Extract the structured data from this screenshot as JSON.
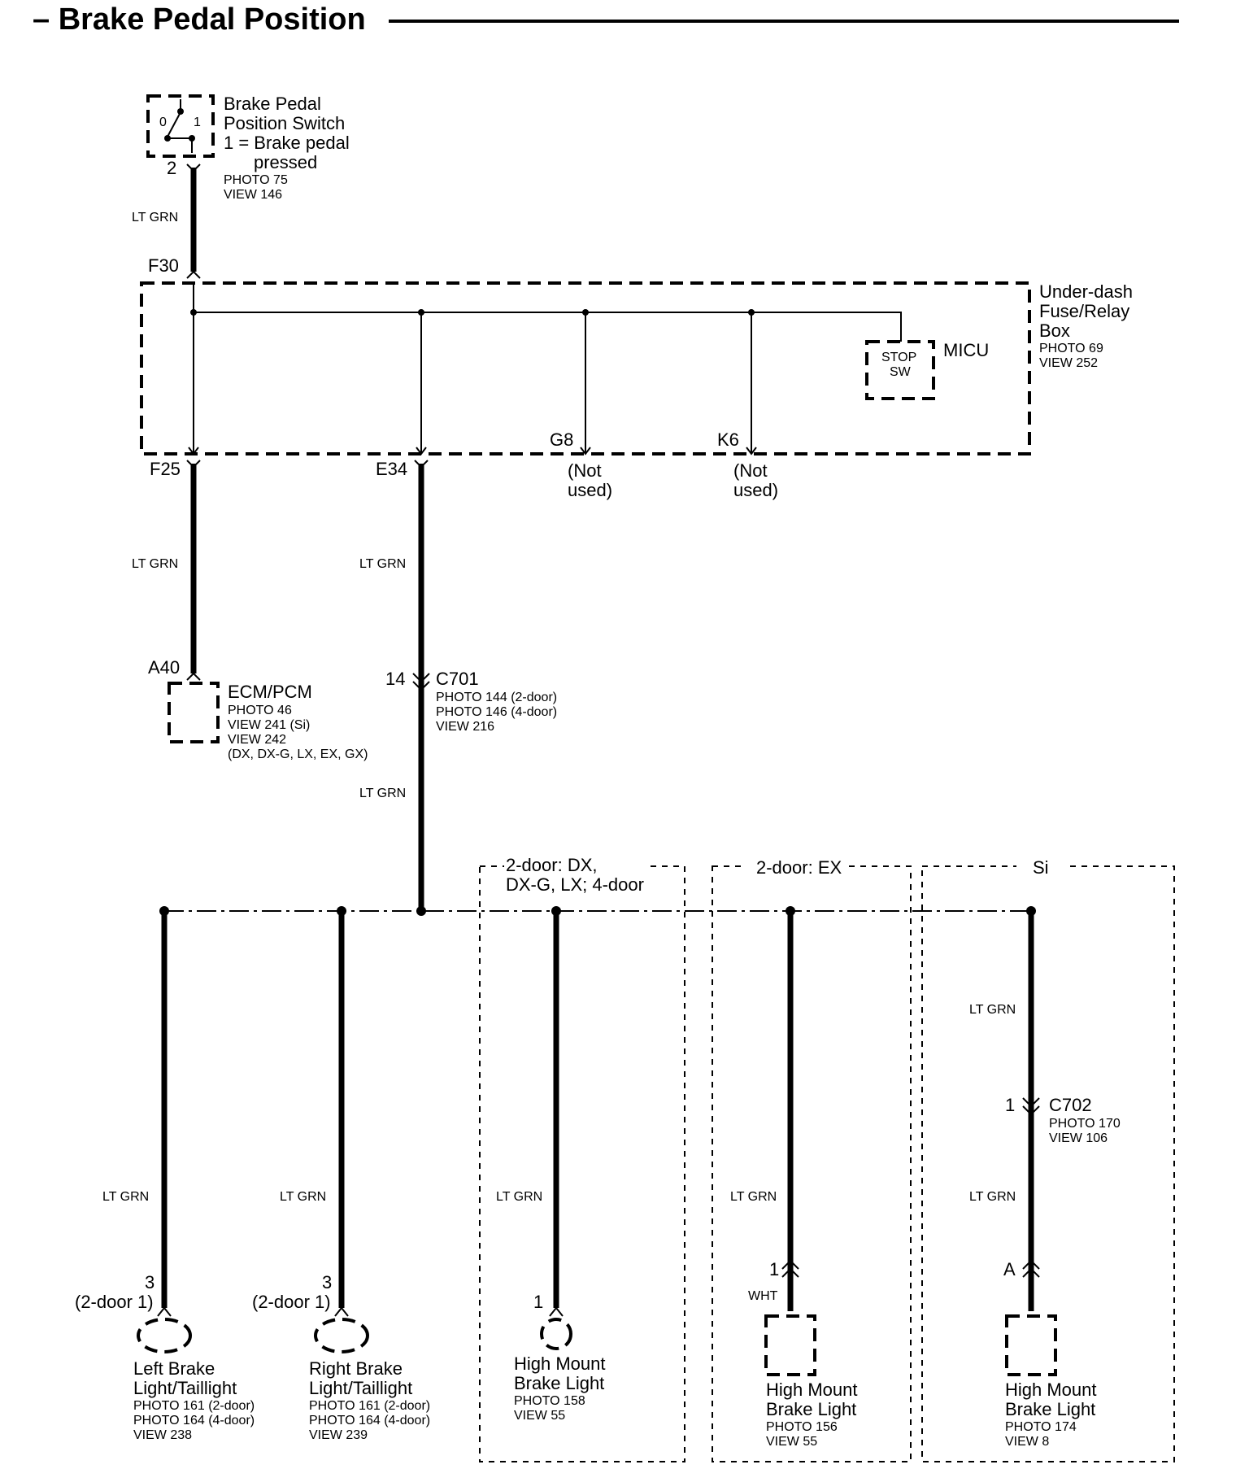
{
  "title": "– Brake Pedal Position",
  "switch": {
    "name_line1": "Brake Pedal",
    "name_line2": "Position Switch",
    "note_line1": "1 = Brake pedal",
    "note_line2": "pressed",
    "photo": "PHOTO 75",
    "view": "VIEW 146",
    "pin": "2",
    "state0": "0",
    "state1": "1"
  },
  "wire_color": "LT GRN",
  "wht": "WHT",
  "fuse_box": {
    "name_line1": "Under-dash",
    "name_line2": "Fuse/Relay",
    "name_line3": "Box",
    "photo": "PHOTO 69",
    "view": "VIEW 252",
    "input_pin": "F30",
    "micu": "MICU",
    "stop_line1": "STOP",
    "stop_line2": "SW",
    "outputs": [
      "F25",
      "E34",
      "G8",
      "K6"
    ],
    "not_used_line1": "(Not",
    "not_used_line2": "used)"
  },
  "ecm": {
    "pin": "A40",
    "name": "ECM/PCM",
    "photo": "PHOTO 46",
    "view1": "VIEW 241 (Si)",
    "view2": "VIEW 242",
    "view3": "(DX, DX-G, LX, EX, GX)"
  },
  "c701": {
    "pin": "14",
    "name": "C701",
    "photo1": "PHOTO 144 (2-door)",
    "photo2": "PHOTO 146 (4-door)",
    "view": "VIEW 216"
  },
  "groups": {
    "g1_line1": "2-door: DX,",
    "g1_line2": "DX-G, LX; 4-door",
    "g2": "2-door: EX",
    "g3": "Si"
  },
  "c702": {
    "pin": "1",
    "name": "C702",
    "photo": "PHOTO 170",
    "view": "VIEW 106"
  },
  "loads": {
    "left": {
      "pin": "3",
      "pin_alt": "(2-door 1)",
      "name1": "Left Brake",
      "name2": "Light/Taillight",
      "photo1": "PHOTO 161 (2-door)",
      "photo2": "PHOTO 164 (4-door)",
      "view": "VIEW 238"
    },
    "right": {
      "pin": "3",
      "pin_alt": "(2-door 1)",
      "name1": "Right Brake",
      "name2": "Light/Taillight",
      "photo1": "PHOTO 161 (2-door)",
      "photo2": "PHOTO 164 (4-door)",
      "view": "VIEW 239"
    },
    "hm1": {
      "pin": "1",
      "name1": "High Mount",
      "name2": "Brake Light",
      "photo": "PHOTO 158",
      "view": "VIEW 55"
    },
    "hm2": {
      "pin": "1",
      "name1": "High Mount",
      "name2": "Brake Light",
      "photo": "PHOTO 156",
      "view": "VIEW 55"
    },
    "hm3": {
      "pin": "A",
      "name1": "High Mount",
      "name2": "Brake Light",
      "photo": "PHOTO 174",
      "view": "VIEW 8"
    }
  }
}
